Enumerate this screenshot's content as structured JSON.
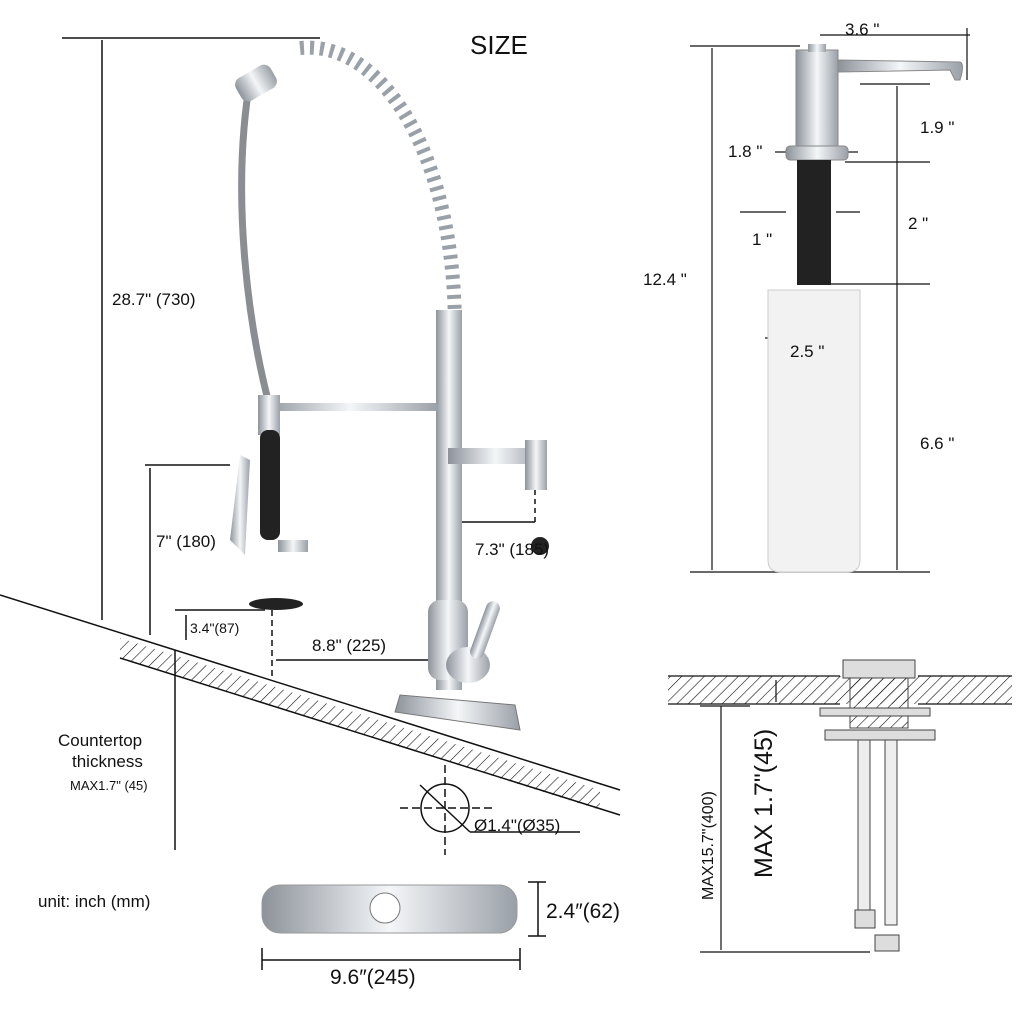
{
  "title": "SIZE",
  "faucet": {
    "height": "28.7\" (730)",
    "sprayer_height": "7\" (180)",
    "sprayer_base": "3.4\"(87)",
    "reach": "8.8\" (225)",
    "spout_reach": "7.3\" (185)",
    "countertop_label_1": "Countertop",
    "countertop_label_2": "thickness",
    "countertop_max": "MAX1.7\" (45)",
    "hole_diameter": "Ø1.4\"(Ø35)",
    "unit": "unit: inch (mm)",
    "plate_height": "2.4″(62)",
    "plate_width": "9.6″(245)"
  },
  "dispenser": {
    "head_width": "3.6 \"",
    "head_height": "1.9 \"",
    "flange_width": "1.8 \"",
    "shank_length": "2 \"",
    "shank_diameter": "1 \"",
    "total_height": "12.4 \"",
    "bottle_width": "2.5 \"",
    "bottle_height": "6.6 \""
  },
  "install": {
    "max_hose": "MAX15.7\"(400)",
    "max_thickness": "MAX 1.7\"(45)"
  },
  "colors": {
    "line": "#111111",
    "chrome": "#c8ccd2",
    "hose": "#8a8d92",
    "bottle": "#f2f2f2"
  }
}
